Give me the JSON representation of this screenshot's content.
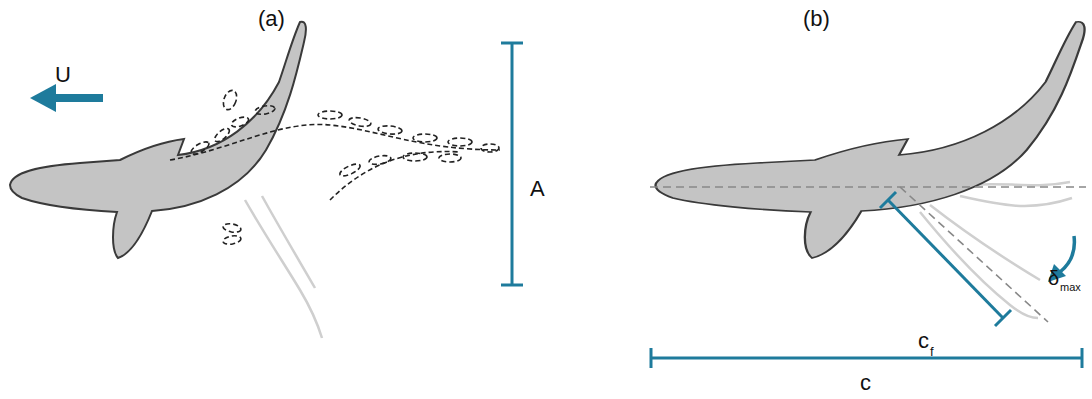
{
  "diagram": {
    "labels": [
      "(a)",
      "(b)",
      "U",
      "A",
      "δ",
      "max",
      "c",
      "f",
      "c"
    ]
  }
}
